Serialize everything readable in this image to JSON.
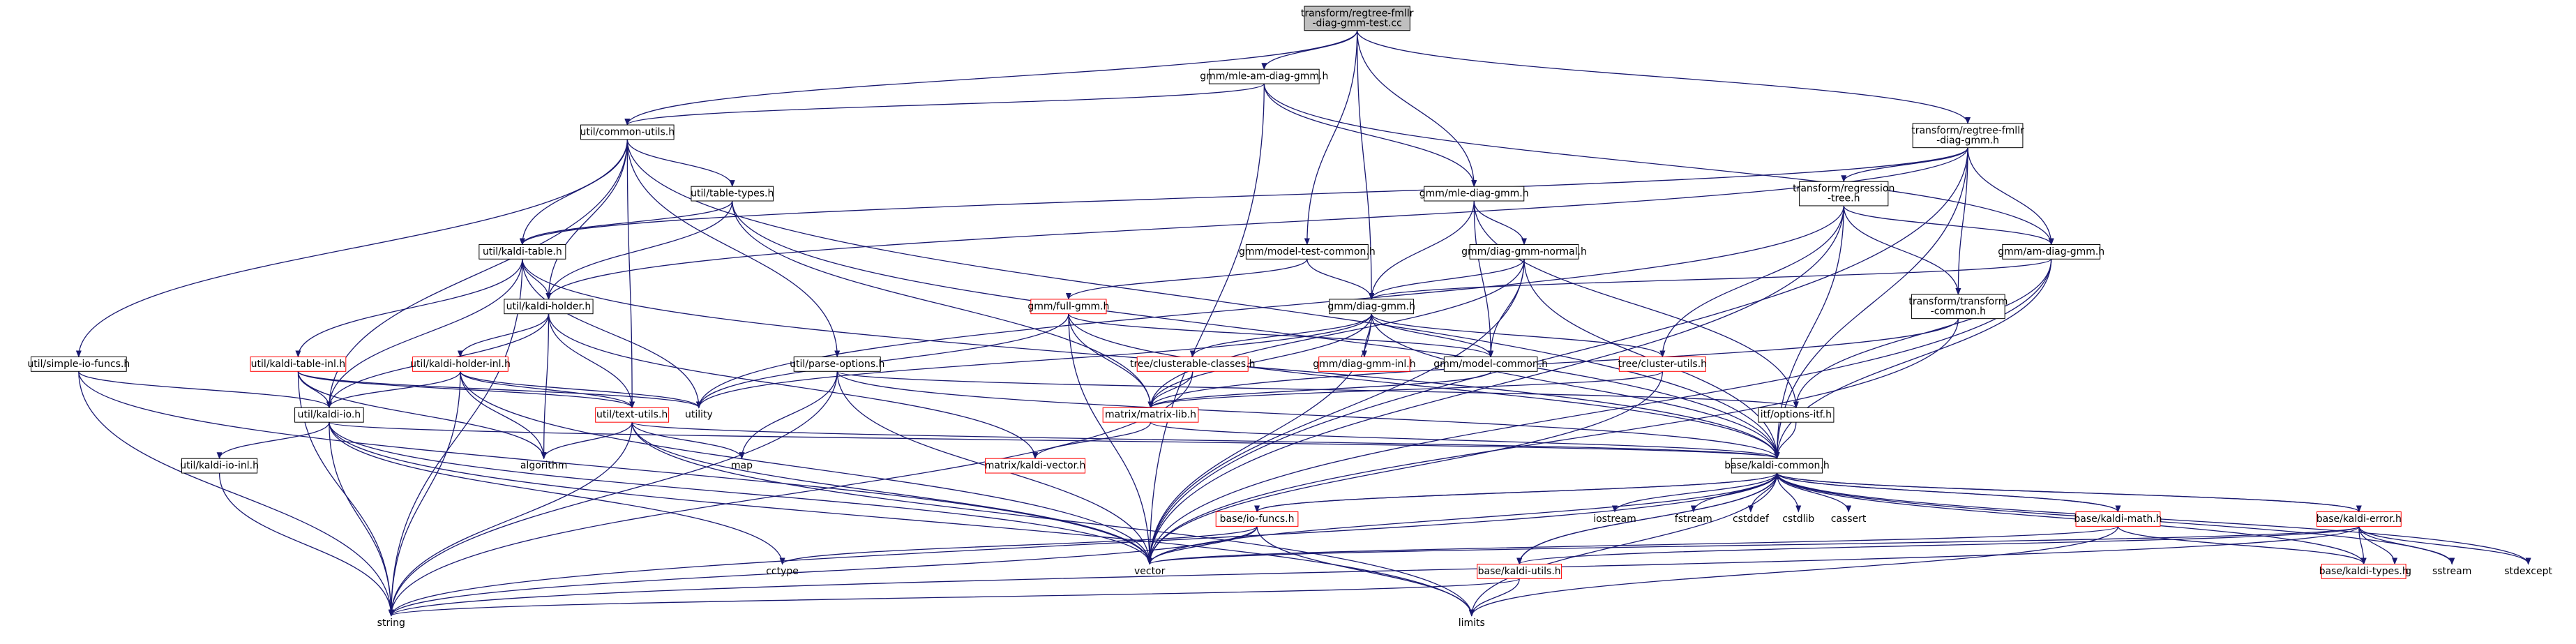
{
  "colors": {
    "edge": "#191970",
    "node_border": "#000000",
    "truncated_border": "#ff0000",
    "root_fill": "#bfbfbf",
    "background": "#ffffff"
  },
  "nodes": {
    "root": {
      "lines": [
        "transform/regtree-fmllr",
        "-diag-gmm-test.cc"
      ],
      "style": "root"
    },
    "mle_am": {
      "lines": [
        "gmm/mle-am-diag-gmm.h"
      ],
      "style": "normal"
    },
    "regtree_h": {
      "lines": [
        "transform/regtree-fmllr",
        "-diag-gmm.h"
      ],
      "style": "normal"
    },
    "common_utils": {
      "lines": [
        "util/common-utils.h"
      ],
      "style": "normal"
    },
    "mle_diag": {
      "lines": [
        "gmm/mle-diag-gmm.h"
      ],
      "style": "normal"
    },
    "regression": {
      "lines": [
        "transform/regression",
        "-tree.h"
      ],
      "style": "normal"
    },
    "table_types": {
      "lines": [
        "util/table-types.h"
      ],
      "style": "normal"
    },
    "kaldi_table": {
      "lines": [
        "util/kaldi-table.h"
      ],
      "style": "normal"
    },
    "model_test": {
      "lines": [
        "gmm/model-test-common.h"
      ],
      "style": "normal"
    },
    "diag_normal": {
      "lines": [
        "gmm/diag-gmm-normal.h"
      ],
      "style": "normal"
    },
    "am_diag": {
      "lines": [
        "gmm/am-diag-gmm.h"
      ],
      "style": "normal"
    },
    "kaldi_holder": {
      "lines": [
        "util/kaldi-holder.h"
      ],
      "style": "normal"
    },
    "full_gmm": {
      "lines": [
        "gmm/full-gmm.h"
      ],
      "style": "red"
    },
    "diag_gmm": {
      "lines": [
        "gmm/diag-gmm.h"
      ],
      "style": "normal"
    },
    "transform_common": {
      "lines": [
        "transform/transform",
        "-common.h"
      ],
      "style": "normal"
    },
    "simple_io": {
      "lines": [
        "util/simple-io-funcs.h"
      ],
      "style": "normal"
    },
    "table_inl": {
      "lines": [
        "util/kaldi-table-inl.h"
      ],
      "style": "red"
    },
    "holder_inl": {
      "lines": [
        "util/kaldi-holder-inl.h"
      ],
      "style": "red"
    },
    "parse_options": {
      "lines": [
        "util/parse-options.h"
      ],
      "style": "normal"
    },
    "clusterable": {
      "lines": [
        "tree/clusterable-classes.h"
      ],
      "style": "red"
    },
    "diag_gmm_inl": {
      "lines": [
        "gmm/diag-gmm-inl.h"
      ],
      "style": "red"
    },
    "model_common": {
      "lines": [
        "gmm/model-common.h"
      ],
      "style": "normal"
    },
    "cluster_utils": {
      "lines": [
        "tree/cluster-utils.h"
      ],
      "style": "red"
    },
    "kaldi_io": {
      "lines": [
        "util/kaldi-io.h"
      ],
      "style": "normal"
    },
    "utility": {
      "lines": [
        "utility"
      ],
      "style": "plain"
    },
    "text_utils": {
      "lines": [
        "util/text-utils.h"
      ],
      "style": "red"
    },
    "matrix_lib": {
      "lines": [
        "matrix/matrix-lib.h"
      ],
      "style": "red"
    },
    "options_itf": {
      "lines": [
        "itf/options-itf.h"
      ],
      "style": "normal"
    },
    "algorithm": {
      "lines": [
        "algorithm"
      ],
      "style": "plain"
    },
    "map": {
      "lines": [
        "map"
      ],
      "style": "plain"
    },
    "kaldi_vector": {
      "lines": [
        "matrix/kaldi-vector.h"
      ],
      "style": "red"
    },
    "kaldi_common": {
      "lines": [
        "base/kaldi-common.h"
      ],
      "style": "normal"
    },
    "io_inl": {
      "lines": [
        "util/kaldi-io-inl.h"
      ],
      "style": "normal"
    },
    "iostream": {
      "lines": [
        "iostream"
      ],
      "style": "plain"
    },
    "fstream": {
      "lines": [
        "fstream"
      ],
      "style": "plain"
    },
    "cstddef": {
      "lines": [
        "cstddef"
      ],
      "style": "plain"
    },
    "cstdlib": {
      "lines": [
        "cstdlib"
      ],
      "style": "plain"
    },
    "cassert": {
      "lines": [
        "cassert"
      ],
      "style": "plain"
    },
    "io_funcs": {
      "lines": [
        "base/io-funcs.h"
      ],
      "style": "red"
    },
    "kaldi_math": {
      "lines": [
        "base/kaldi-math.h"
      ],
      "style": "red"
    },
    "kaldi_error": {
      "lines": [
        "base/kaldi-error.h"
      ],
      "style": "red"
    },
    "cctype": {
      "lines": [
        "cctype"
      ],
      "style": "plain"
    },
    "vector": {
      "lines": [
        "vector"
      ],
      "style": "plain"
    },
    "cstring": {
      "lines": [
        "cstring"
      ],
      "style": "plain"
    },
    "sstream": {
      "lines": [
        "sstream"
      ],
      "style": "plain"
    },
    "stdexcept": {
      "lines": [
        "stdexcept"
      ],
      "style": "plain"
    },
    "kaldi_utils": {
      "lines": [
        "base/kaldi-utils.h"
      ],
      "style": "red"
    },
    "kaldi_types": {
      "lines": [
        "base/kaldi-types.h"
      ],
      "style": "red"
    },
    "string": {
      "lines": [
        "string"
      ],
      "style": "plain"
    },
    "limits": {
      "lines": [
        "limits"
      ],
      "style": "plain"
    }
  },
  "edges": [
    [
      "root",
      "mle_am"
    ],
    [
      "root",
      "regtree_h"
    ],
    [
      "root",
      "common_utils"
    ],
    [
      "root",
      "mle_diag"
    ],
    [
      "root",
      "model_test"
    ],
    [
      "root",
      "diag_gmm"
    ],
    [
      "mle_am",
      "common_utils"
    ],
    [
      "mle_am",
      "mle_diag"
    ],
    [
      "mle_am",
      "am_diag"
    ],
    [
      "mle_am",
      "vector"
    ],
    [
      "regtree_h",
      "regression"
    ],
    [
      "regtree_h",
      "am_diag"
    ],
    [
      "regtree_h",
      "transform_common"
    ],
    [
      "regtree_h",
      "kaldi_holder"
    ],
    [
      "regtree_h",
      "kaldi_table"
    ],
    [
      "regtree_h",
      "vector"
    ],
    [
      "regtree_h",
      "kaldi_common"
    ],
    [
      "common_utils",
      "table_types"
    ],
    [
      "common_utils",
      "kaldi_table"
    ],
    [
      "common_utils",
      "kaldi_holder"
    ],
    [
      "common_utils",
      "simple_io"
    ],
    [
      "common_utils",
      "parse_options"
    ],
    [
      "common_utils",
      "text_utils"
    ],
    [
      "common_utils",
      "kaldi_io"
    ],
    [
      "common_utils",
      "kaldi_common"
    ],
    [
      "mle_diag",
      "diag_normal"
    ],
    [
      "mle_diag",
      "diag_gmm"
    ],
    [
      "mle_diag",
      "model_common"
    ],
    [
      "mle_diag",
      "options_itf"
    ],
    [
      "regression",
      "am_diag"
    ],
    [
      "regression",
      "transform_common"
    ],
    [
      "regression",
      "cluster_utils"
    ],
    [
      "regression",
      "kaldi_common"
    ],
    [
      "regression",
      "utility"
    ],
    [
      "regression",
      "vector"
    ],
    [
      "table_types",
      "kaldi_table"
    ],
    [
      "table_types",
      "kaldi_holder"
    ],
    [
      "table_types",
      "matrix_lib"
    ],
    [
      "table_types",
      "kaldi_common"
    ],
    [
      "kaldi_table",
      "kaldi_holder"
    ],
    [
      "kaldi_table",
      "table_inl"
    ],
    [
      "kaldi_table",
      "kaldi_io"
    ],
    [
      "kaldi_table",
      "utility"
    ],
    [
      "kaldi_table",
      "string"
    ],
    [
      "kaldi_table",
      "kaldi_common"
    ],
    [
      "model_test",
      "full_gmm"
    ],
    [
      "model_test",
      "diag_gmm"
    ],
    [
      "diag_normal",
      "diag_gmm"
    ],
    [
      "diag_normal",
      "model_common"
    ],
    [
      "diag_normal",
      "matrix_lib"
    ],
    [
      "diag_normal",
      "vector"
    ],
    [
      "diag_normal",
      "kaldi_common"
    ],
    [
      "am_diag",
      "diag_gmm"
    ],
    [
      "am_diag",
      "options_itf"
    ],
    [
      "am_diag",
      "kaldi_common"
    ],
    [
      "am_diag",
      "vector"
    ],
    [
      "kaldi_holder",
      "holder_inl"
    ],
    [
      "kaldi_holder",
      "text_utils"
    ],
    [
      "kaldi_holder",
      "kaldi_io"
    ],
    [
      "kaldi_holder",
      "algorithm"
    ],
    [
      "kaldi_holder",
      "kaldi_vector"
    ],
    [
      "full_gmm",
      "model_common"
    ],
    [
      "full_gmm",
      "matrix_lib"
    ],
    [
      "full_gmm",
      "utility"
    ],
    [
      "full_gmm",
      "vector"
    ],
    [
      "full_gmm",
      "kaldi_common"
    ],
    [
      "diag_gmm",
      "clusterable"
    ],
    [
      "diag_gmm",
      "diag_gmm_inl"
    ],
    [
      "diag_gmm",
      "model_common"
    ],
    [
      "diag_gmm",
      "cluster_utils"
    ],
    [
      "diag_gmm",
      "matrix_lib"
    ],
    [
      "diag_gmm",
      "utility"
    ],
    [
      "diag_gmm",
      "vector"
    ],
    [
      "diag_gmm",
      "kaldi_common"
    ],
    [
      "transform_common",
      "matrix_lib"
    ],
    [
      "transform_common",
      "vector"
    ],
    [
      "simple_io",
      "kaldi_io"
    ],
    [
      "simple_io",
      "string"
    ],
    [
      "simple_io",
      "vector"
    ],
    [
      "table_inl",
      "kaldi_io"
    ],
    [
      "table_inl",
      "text_utils"
    ],
    [
      "table_inl",
      "algorithm"
    ],
    [
      "table_inl",
      "string"
    ],
    [
      "table_inl",
      "utility"
    ],
    [
      "holder_inl",
      "kaldi_io"
    ],
    [
      "holder_inl",
      "text_utils"
    ],
    [
      "holder_inl",
      "algorithm"
    ],
    [
      "holder_inl",
      "string"
    ],
    [
      "holder_inl",
      "vector"
    ],
    [
      "holder_inl",
      "utility"
    ],
    [
      "parse_options",
      "map"
    ],
    [
      "parse_options",
      "options_itf"
    ],
    [
      "parse_options",
      "kaldi_common"
    ],
    [
      "parse_options",
      "vector"
    ],
    [
      "parse_options",
      "string"
    ],
    [
      "clusterable",
      "matrix_lib"
    ],
    [
      "clusterable",
      "string"
    ],
    [
      "model_common",
      "matrix_lib"
    ],
    [
      "cluster_utils",
      "matrix_lib"
    ],
    [
      "cluster_utils",
      "vector"
    ],
    [
      "kaldi_io",
      "io_inl"
    ],
    [
      "kaldi_io",
      "kaldi_common"
    ],
    [
      "kaldi_io",
      "string"
    ],
    [
      "kaldi_io",
      "vector"
    ],
    [
      "kaldi_io",
      "cctype"
    ],
    [
      "kaldi_io",
      "limits"
    ],
    [
      "text_utils",
      "kaldi_common"
    ],
    [
      "text_utils",
      "algorithm"
    ],
    [
      "text_utils",
      "map"
    ],
    [
      "text_utils",
      "string"
    ],
    [
      "text_utils",
      "vector"
    ],
    [
      "text_utils",
      "limits"
    ],
    [
      "matrix_lib",
      "kaldi_vector"
    ],
    [
      "matrix_lib",
      "kaldi_common"
    ],
    [
      "options_itf",
      "kaldi_common"
    ],
    [
      "io_inl",
      "string"
    ],
    [
      "kaldi_common",
      "iostream"
    ],
    [
      "kaldi_common",
      "fstream"
    ],
    [
      "kaldi_common",
      "cstddef"
    ],
    [
      "kaldi_common",
      "cstdlib"
    ],
    [
      "kaldi_common",
      "cassert"
    ],
    [
      "kaldi_common",
      "io_funcs"
    ],
    [
      "kaldi_common",
      "kaldi_math"
    ],
    [
      "kaldi_common",
      "kaldi_error"
    ],
    [
      "kaldi_common",
      "kaldi_utils"
    ],
    [
      "kaldi_common",
      "kaldi_types"
    ],
    [
      "kaldi_common",
      "string"
    ],
    [
      "kaldi_common",
      "vector"
    ],
    [
      "kaldi_common",
      "limits"
    ],
    [
      "kaldi_common",
      "sstream"
    ],
    [
      "kaldi_common",
      "stdexcept"
    ],
    [
      "io_funcs",
      "cctype"
    ],
    [
      "io_funcs",
      "vector"
    ],
    [
      "io_funcs",
      "string"
    ],
    [
      "io_funcs",
      "limits"
    ],
    [
      "io_funcs",
      "kaldi_common"
    ],
    [
      "kaldi_math",
      "kaldi_types"
    ],
    [
      "kaldi_math",
      "vector"
    ],
    [
      "kaldi_math",
      "limits"
    ],
    [
      "kaldi_math",
      "kaldi_common"
    ],
    [
      "kaldi_error",
      "kaldi_types"
    ],
    [
      "kaldi_error",
      "kaldi_utils"
    ],
    [
      "kaldi_error",
      "vector"
    ],
    [
      "kaldi_error",
      "string"
    ],
    [
      "kaldi_error",
      "cstring"
    ],
    [
      "kaldi_error",
      "sstream"
    ],
    [
      "kaldi_error",
      "stdexcept"
    ],
    [
      "kaldi_error",
      "kaldi_common"
    ],
    [
      "kaldi_utils",
      "limits"
    ],
    [
      "kaldi_utils",
      "string"
    ],
    [
      "kaldi_utils",
      "kaldi_common"
    ]
  ]
}
